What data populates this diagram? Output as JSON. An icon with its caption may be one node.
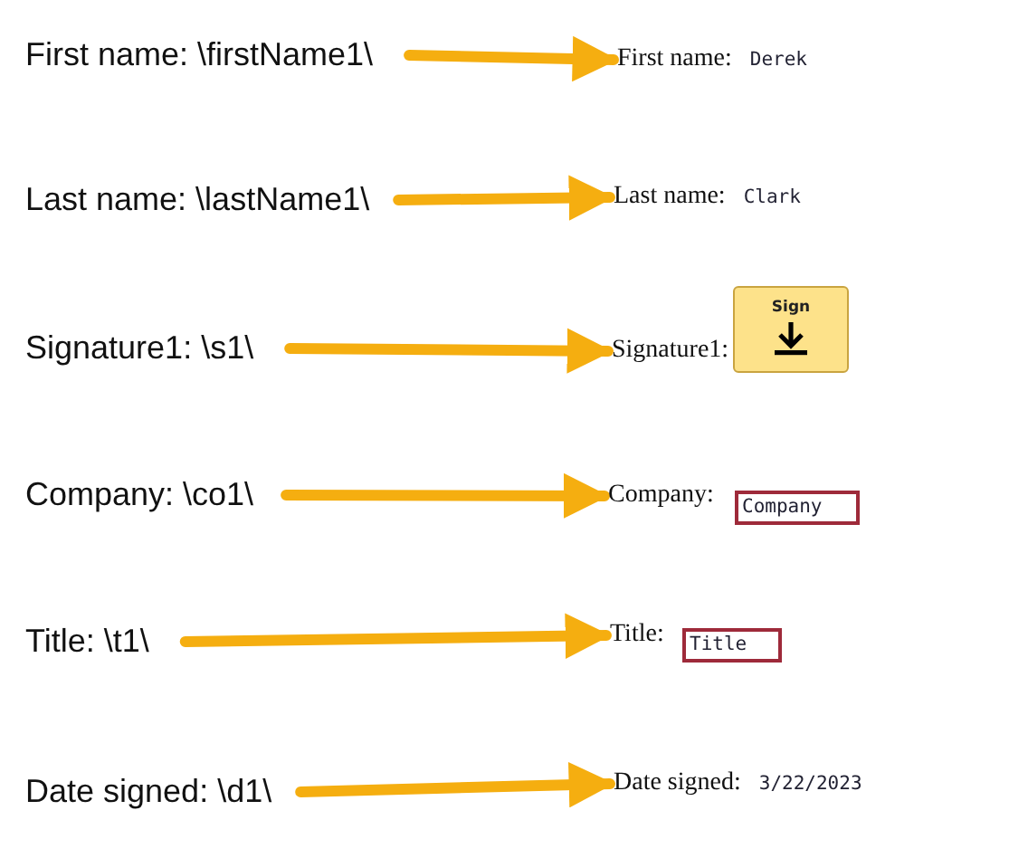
{
  "diagram": {
    "nodes": [
      {
        "text": [
          "First name: \\firstName1\\"
        ]
      },
      {
        "text": [
          "First name:",
          "Derek"
        ]
      },
      {
        "text": [
          "Last name: \\lastName1\\"
        ]
      },
      {
        "text": [
          "Last name:",
          "Clark"
        ]
      },
      {
        "text": [
          "Signature1: \\s1\\"
        ]
      },
      {
        "text": [
          "Signature1:"
        ]
      },
      {
        "text": [
          "Sign"
        ]
      },
      {
        "text": [
          "Company: \\co1\\"
        ]
      },
      {
        "text": [
          "Company:"
        ]
      },
      {
        "text": [
          "Company"
        ]
      },
      {
        "text": [
          "Title: \\t1\\"
        ]
      },
      {
        "text": [
          "Title:"
        ]
      },
      {
        "text": [
          "Title"
        ]
      },
      {
        "text": [
          "Date signed: \\d1\\"
        ]
      },
      {
        "text": [
          "Date signed:",
          "3/22/2023"
        ]
      }
    ],
    "edges": [
      {
        "from": 0,
        "to": 1,
        "arrow": "to"
      },
      {
        "from": 2,
        "to": 3,
        "arrow": "to"
      },
      {
        "from": 4,
        "to": 5,
        "arrow": "to"
      },
      {
        "from": 7,
        "to": 8,
        "arrow": "to"
      },
      {
        "from": 10,
        "to": 11,
        "arrow": "to"
      },
      {
        "from": 13,
        "to": 14,
        "arrow": "to"
      }
    ]
  }
}
